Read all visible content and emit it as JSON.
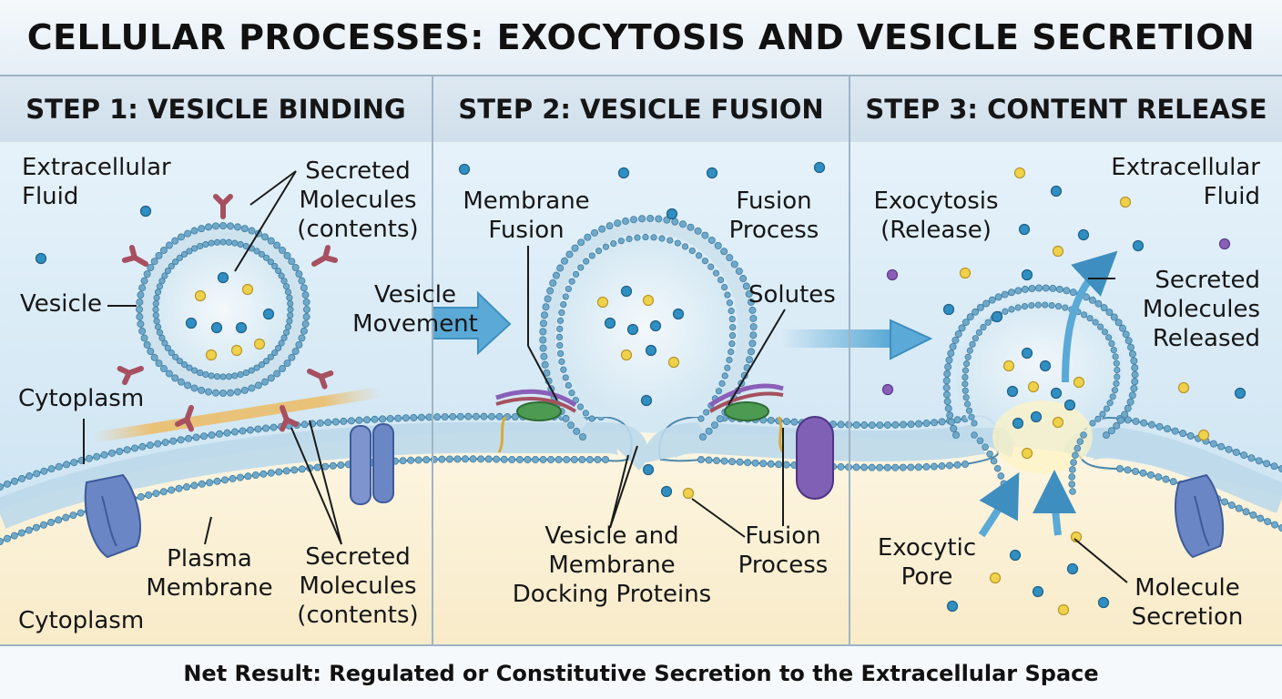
{
  "title": "CELLULAR PROCESSES: EXOCYTOSIS AND VESICLE SECRETION",
  "footer": "Net Result: Regulated or Constitutive Secretion to the Extracellular Space",
  "steps": [
    {
      "heading": "STEP 1: VESICLE BINDING"
    },
    {
      "heading": "STEP 2: VESICLE FUSION"
    },
    {
      "heading": "STEP 3: CONTENT RELEASE"
    }
  ],
  "labels": {
    "s1_extracellular": "Extracellular\nFluid",
    "s1_secreted_top": "Secreted\nMolecules\n(contents)",
    "s1_vesicle": "Vesicle",
    "s1_cytoplasm_mid": "Cytoplasm",
    "s1_plasma_membrane": "Plasma\nMembrane",
    "s1_secreted_bottom": "Secreted\nMolecules\n(contents)",
    "s1_cytoplasm_bottom": "Cytoplasm",
    "s2_membrane_fusion": "Membrane\nFusion",
    "s2_fusion_process_top": "Fusion\nProcess",
    "s2_vesicle_movement": "Vesicle\nMovement",
    "s2_solutes": "Solutes",
    "s2_docking": "Vesicle and\nMembrane\nDocking Proteins",
    "s2_fusion_process_bottom": "Fusion\nProcess",
    "s3_exocytosis": "Exocytosis\n(Release)",
    "s3_extracellular": "Extracellular\nFluid",
    "s3_released": "Secreted\nMolecules\nReleased",
    "s3_pore": "Exocytic\nPore",
    "s3_molecule_secretion": "Molecule\nSecretion"
  },
  "colors": {
    "membrane": "#6fa8c9",
    "membrane_dark": "#3f7ea3",
    "cytoplasm": "#fbf1d6",
    "extracellular": "#cde5f3",
    "molecule_blue": "#2f8fc2",
    "molecule_yellow": "#f0d24a",
    "molecule_purple": "#8a5fb8",
    "receptor": "#a65060",
    "channel": "#6b86c4",
    "purple_protein": "#8060b5",
    "arrow": "#5aa9d6"
  }
}
